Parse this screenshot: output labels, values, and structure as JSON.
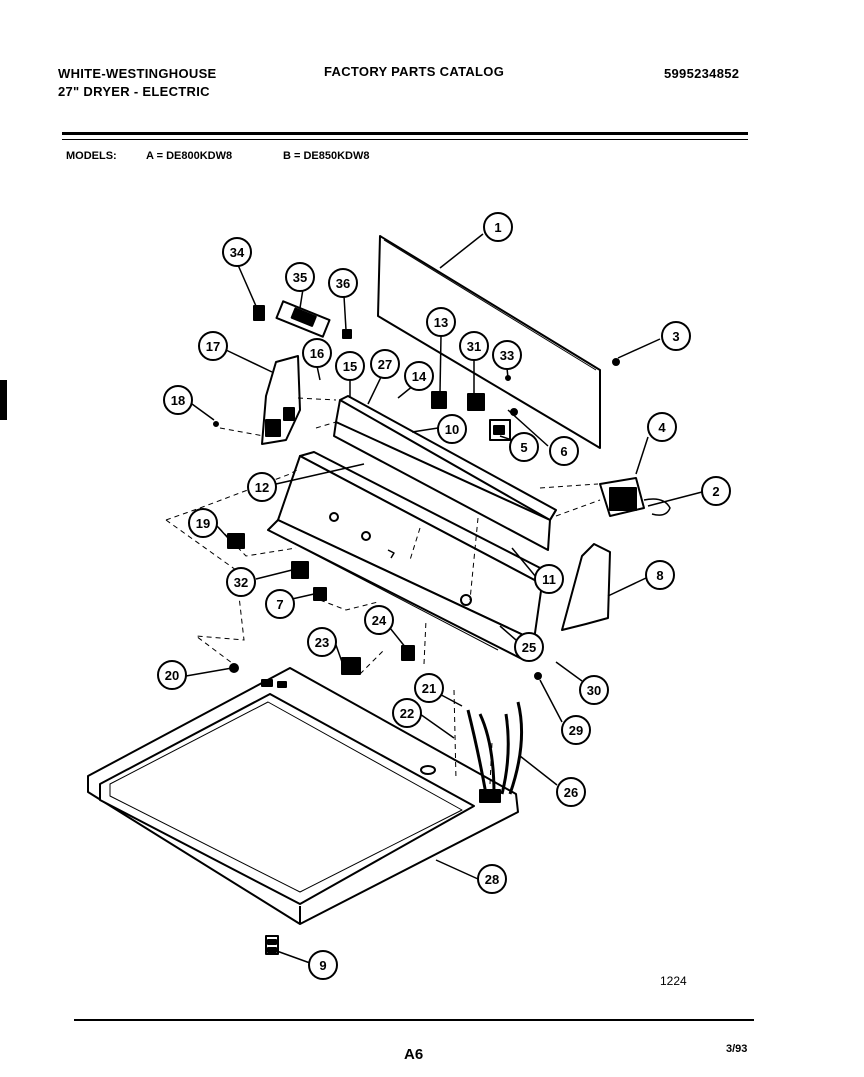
{
  "header": {
    "brand": "WHITE-WESTINGHOUSE",
    "product": "27\" DRYER - ELECTRIC",
    "title": "FACTORY PARTS CATALOG",
    "part_number": "5995234852"
  },
  "models": {
    "label": "MODELS:",
    "a": "A = DE800KDW8",
    "b": "B = DE850KDW8"
  },
  "callouts": [
    "1",
    "2",
    "3",
    "4",
    "5",
    "6",
    "7",
    "8",
    "9",
    "10",
    "11",
    "12",
    "13",
    "14",
    "15",
    "16",
    "17",
    "18",
    "19",
    "20",
    "21",
    "22",
    "23",
    "24",
    "25",
    "26",
    "27",
    "28",
    "29",
    "30",
    "31",
    "32",
    "33",
    "34",
    "35",
    "36"
  ],
  "footer": {
    "figure_number": "1224",
    "page": "A6",
    "date": "3/93"
  }
}
